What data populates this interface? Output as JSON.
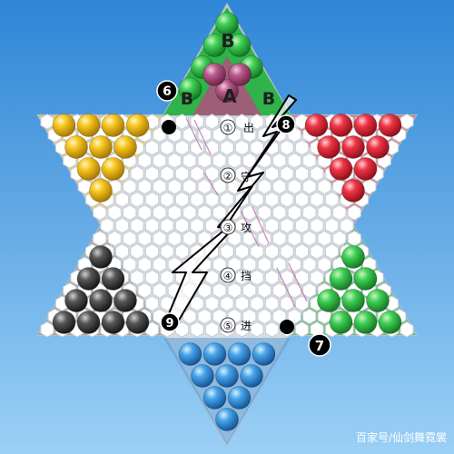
{
  "colors": {
    "background_top": "#2f86d6",
    "background_bottom": "#8cc9f4",
    "board": "#d8dde3",
    "hole": "#ffffff",
    "hole_stroke": "#c5ccd3",
    "green": "#2fb34a",
    "red": "#e0303e",
    "yellow": "#f2c21a",
    "black": "#3a3a3a",
    "blue": "#3a8fd8",
    "pink": "#b0507e",
    "path_line": "#000000",
    "arrow": "#c07ab0"
  },
  "camps": {
    "top": {
      "color": "green",
      "icon": "green-marble"
    },
    "top_right": {
      "color": "red",
      "icon": "red-marble"
    },
    "top_left": {
      "color": "yellow",
      "icon": "yellow-marble"
    },
    "bottom_left": {
      "color": "black",
      "icon": "black-marble"
    },
    "bottom_right": {
      "color": "green",
      "icon": "green-marble"
    },
    "bottom": {
      "color": "blue",
      "icon": "blue-marble"
    }
  },
  "labels": {
    "top_b": "B",
    "mid_a": "A",
    "left_b": "B",
    "right_b": "B"
  },
  "badges": [
    {
      "num": "6",
      "color": "black"
    },
    {
      "num": "8",
      "color": "black"
    },
    {
      "num": "9",
      "color": "black"
    },
    {
      "num": "7",
      "color": "black"
    }
  ],
  "steps": [
    {
      "num": "①",
      "text": "出"
    },
    {
      "num": "②",
      "text": "守"
    },
    {
      "num": "③",
      "text": "攻"
    },
    {
      "num": "④",
      "text": "挡"
    },
    {
      "num": "⑤",
      "text": "进"
    }
  ],
  "watermark": "百家号/仙剑舞霓裳"
}
